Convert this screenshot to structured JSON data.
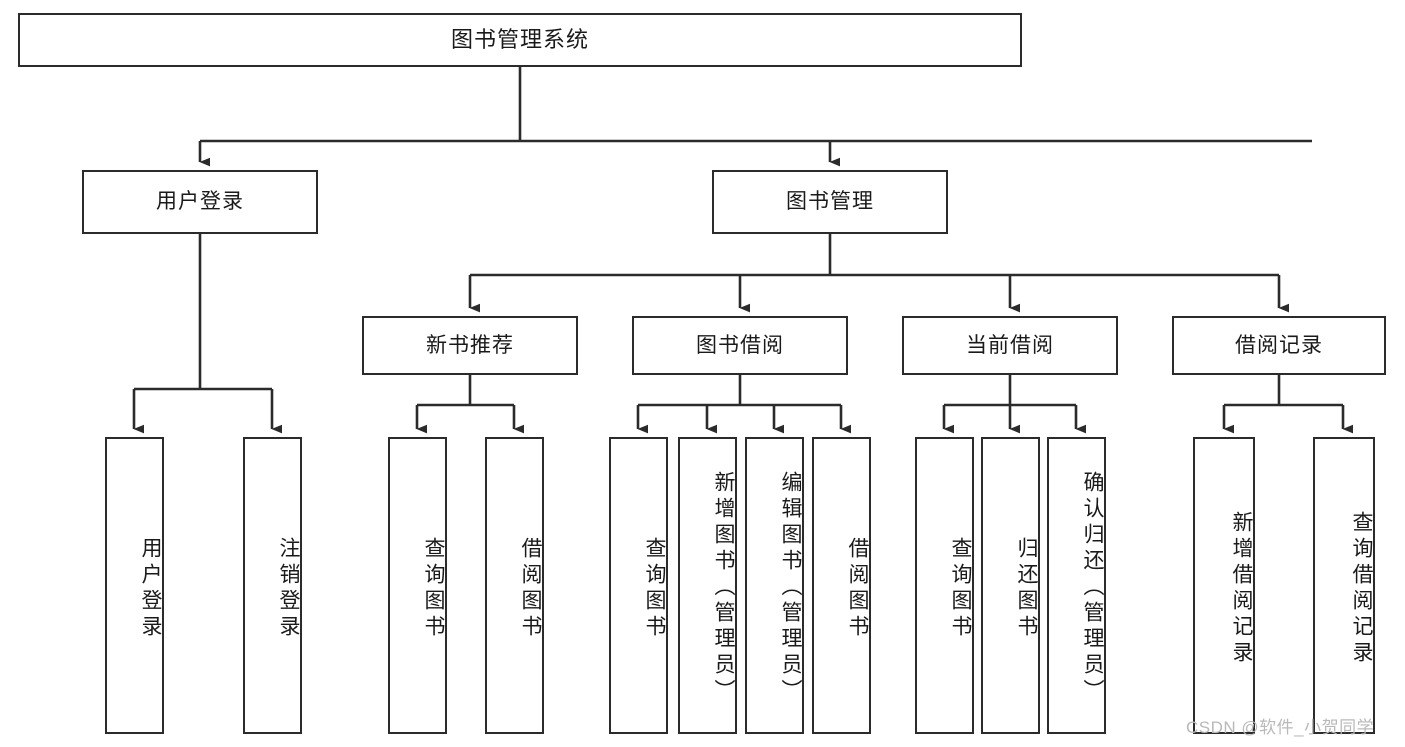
{
  "diagram": {
    "title_node": {
      "label": "图书管理系统"
    },
    "level2": [
      {
        "id": "user-login",
        "label": "用户登录"
      },
      {
        "id": "book-management",
        "label": "图书管理"
      }
    ],
    "level3": [
      {
        "id": "new-book-recommend",
        "label": "新书推荐"
      },
      {
        "id": "book-borrow",
        "label": "图书借阅"
      },
      {
        "id": "current-borrow",
        "label": "当前借阅"
      },
      {
        "id": "borrow-record",
        "label": "借阅记录"
      }
    ],
    "leaves": {
      "user_login": [
        {
          "id": "leaf-user-login",
          "label": "用户登录"
        },
        {
          "id": "leaf-logout",
          "label": "注销登录"
        }
      ],
      "new_book_recommend": [
        {
          "id": "leaf-query-book-1",
          "label": "查询图书"
        },
        {
          "id": "leaf-borrow-book-1",
          "label": "借阅图书"
        }
      ],
      "book_borrow": [
        {
          "id": "leaf-query-book-2",
          "label": "查询图书"
        },
        {
          "id": "leaf-add-book",
          "label": "新增图书（管理员）"
        },
        {
          "id": "leaf-edit-book",
          "label": "编辑图书（管理员）"
        },
        {
          "id": "leaf-borrow-book-2",
          "label": "借阅图书"
        }
      ],
      "current_borrow": [
        {
          "id": "leaf-query-book-3",
          "label": "查询图书"
        },
        {
          "id": "leaf-return-book",
          "label": "归还图书"
        },
        {
          "id": "leaf-confirm-return",
          "label": "确认归还（管理员）"
        }
      ],
      "borrow_record": [
        {
          "id": "leaf-add-record",
          "label": "新增借阅记录"
        },
        {
          "id": "leaf-query-record",
          "label": "查询借阅记录"
        }
      ]
    }
  },
  "watermark": {
    "text": "CSDN @软件_小贺同学"
  },
  "colors": {
    "stroke": "#2b2b2b",
    "text": "#1a1a1a",
    "background": "#ffffff",
    "watermark": "#b9b9b9"
  }
}
